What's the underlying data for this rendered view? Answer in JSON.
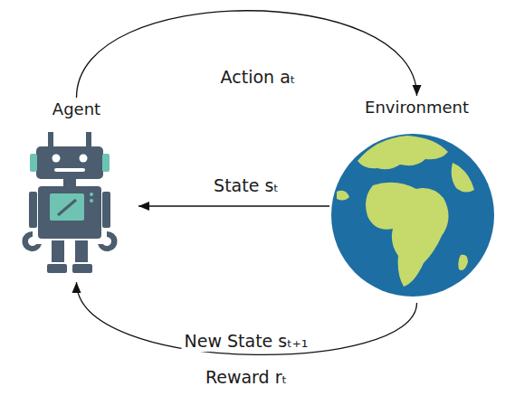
{
  "diagram": {
    "nodes": [
      {
        "text": [
          "Agent"
        ]
      },
      {
        "text": [
          "Environment"
        ]
      }
    ],
    "edges": [
      {
        "from": 0,
        "to": 1,
        "arrow": "to",
        "label": "Action aₜ"
      },
      {
        "from": 1,
        "to": 0,
        "arrow": "to",
        "label": "State sₜ"
      },
      {
        "from": 1,
        "to": 0,
        "arrow": "to",
        "label": "New State sₜ₊₁"
      }
    ],
    "labels": [
      "Reward rₜ"
    ]
  }
}
